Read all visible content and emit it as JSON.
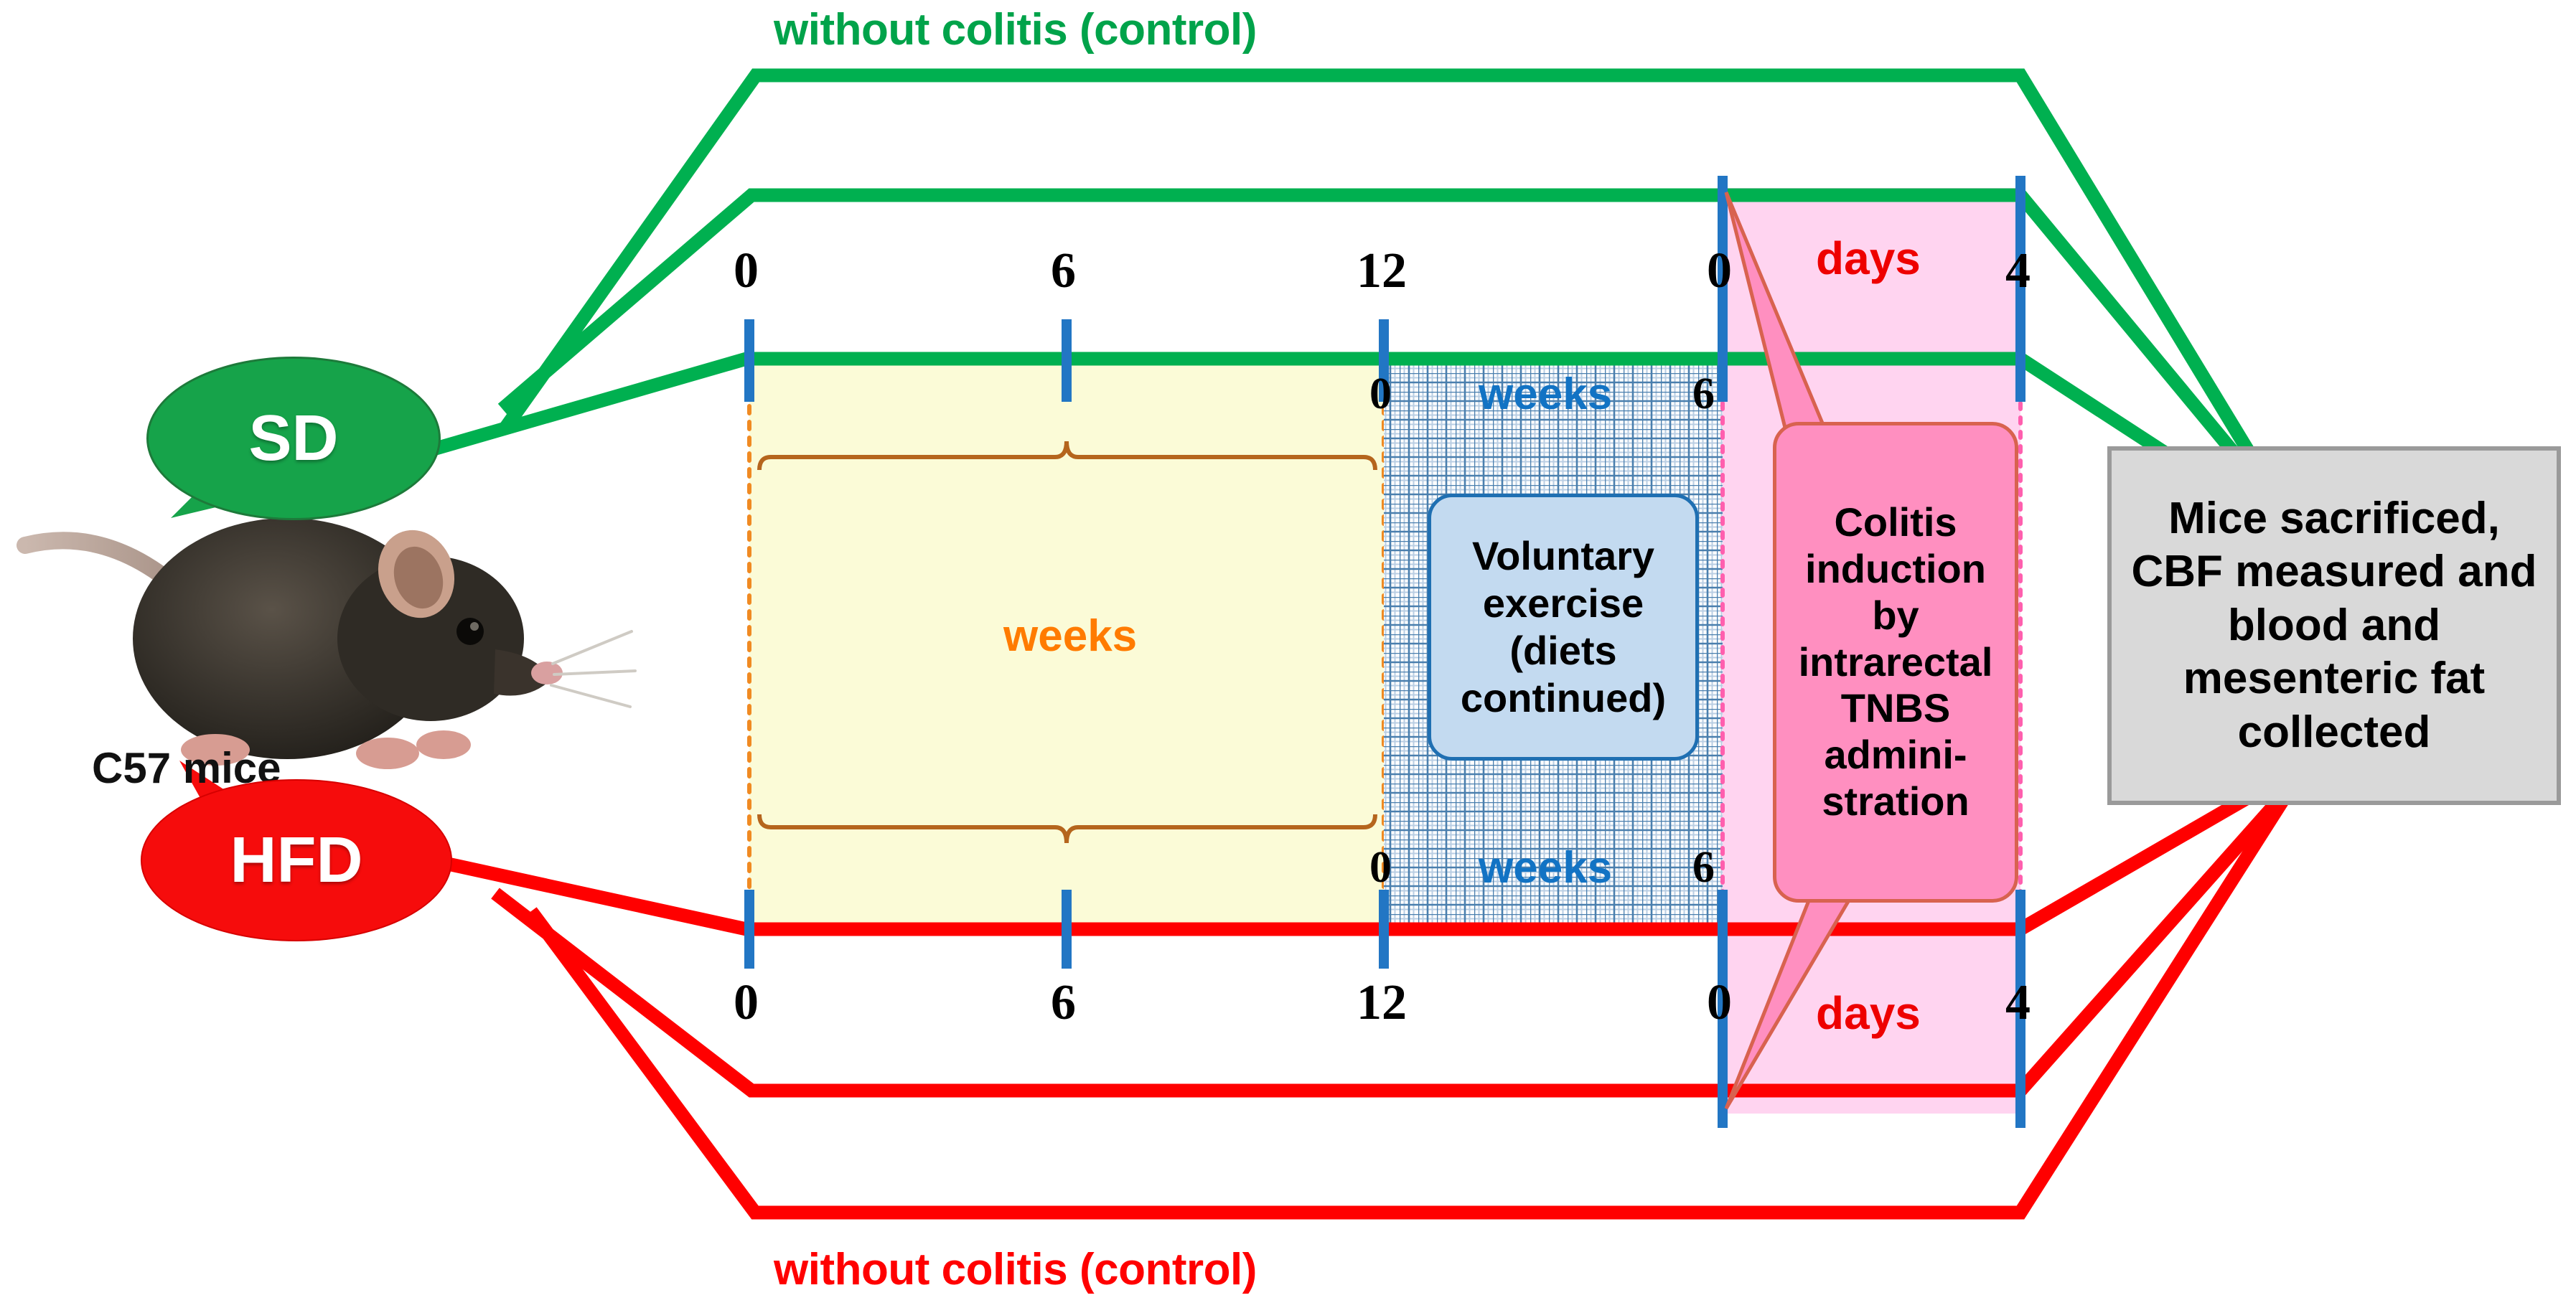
{
  "diagram": {
    "title": "Mouse colitis / diet experimental design timeline",
    "subject_label": "C57 mice",
    "diets": [
      {
        "id": "sd",
        "label": "SD",
        "color": "#16a34a",
        "name": "standard-diet"
      },
      {
        "id": "hfd",
        "label": "HFD",
        "color": "#f60c0c",
        "name": "high-fat-diet"
      }
    ],
    "control_captions": {
      "top": "without colitis (control)",
      "bottom": "without colitis (control)"
    },
    "phases": {
      "diet_phase": {
        "unit_label": "weeks",
        "unit_color": "#ff7b00",
        "ticks": [
          "0",
          "6",
          "12"
        ],
        "fill_color": "#fbfbd7"
      },
      "exercise_phase": {
        "unit_label": "weeks",
        "unit_color": "#1273c4",
        "ticks": [
          "0",
          "6"
        ],
        "box_text": "Voluntary exercise (diets continued)",
        "box_color": "#c3daf0"
      },
      "colitis_phase": {
        "unit_label": "days",
        "unit_color": "#ee0000",
        "ticks": [
          "0",
          "4"
        ],
        "fill_color": "#ffd4f0",
        "callout_text": "Colitis induction by intrarectal TNBS admini-stration",
        "callout_color": "#ff8fc0"
      }
    },
    "endpoint": {
      "text": "Mice sacrificed, CBF measured and blood and mesenteric fat collected",
      "color": "#d9d9d9"
    },
    "tick_mark_color": "#2276c4",
    "timelines": [
      {
        "name": "sd-control-top",
        "color": "#00a34a"
      },
      {
        "name": "sd-colitis",
        "color": "#00a34a"
      },
      {
        "name": "sd-exercise-main",
        "color": "#00a34a"
      },
      {
        "name": "hfd-exercise-main",
        "color": "#ff0000"
      },
      {
        "name": "hfd-colitis",
        "color": "#ff0000"
      },
      {
        "name": "hfd-control-bottom",
        "color": "#ff0000"
      }
    ]
  }
}
